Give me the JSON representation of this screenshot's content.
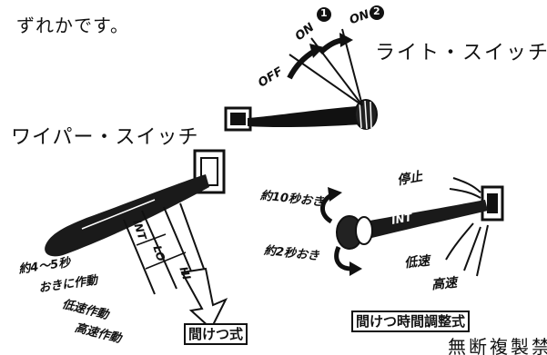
{
  "intro_text": "ずれかです。",
  "light_switch": {
    "title": "ライト・スイッチ",
    "positions": [
      "OFF",
      "ON",
      "ON"
    ],
    "badge_numbers": [
      "1",
      "2"
    ]
  },
  "wiper_switch": {
    "title": "ワイパー・スイッチ",
    "intermittent_type": {
      "caption": "間けつ式",
      "modes": [
        "INT",
        "LO",
        "HI"
      ],
      "annotations": [
        "約4～5秒",
        "おきに作動",
        "低速作動",
        "高速作動"
      ]
    },
    "adjustable_type": {
      "caption": "間けつ時間調整式",
      "knob_label": "INT",
      "annotations": [
        "停止",
        "約10秒おき",
        "約2秒おき",
        "低速",
        "高速"
      ]
    }
  },
  "watermark_text": "無断複製禁"
}
